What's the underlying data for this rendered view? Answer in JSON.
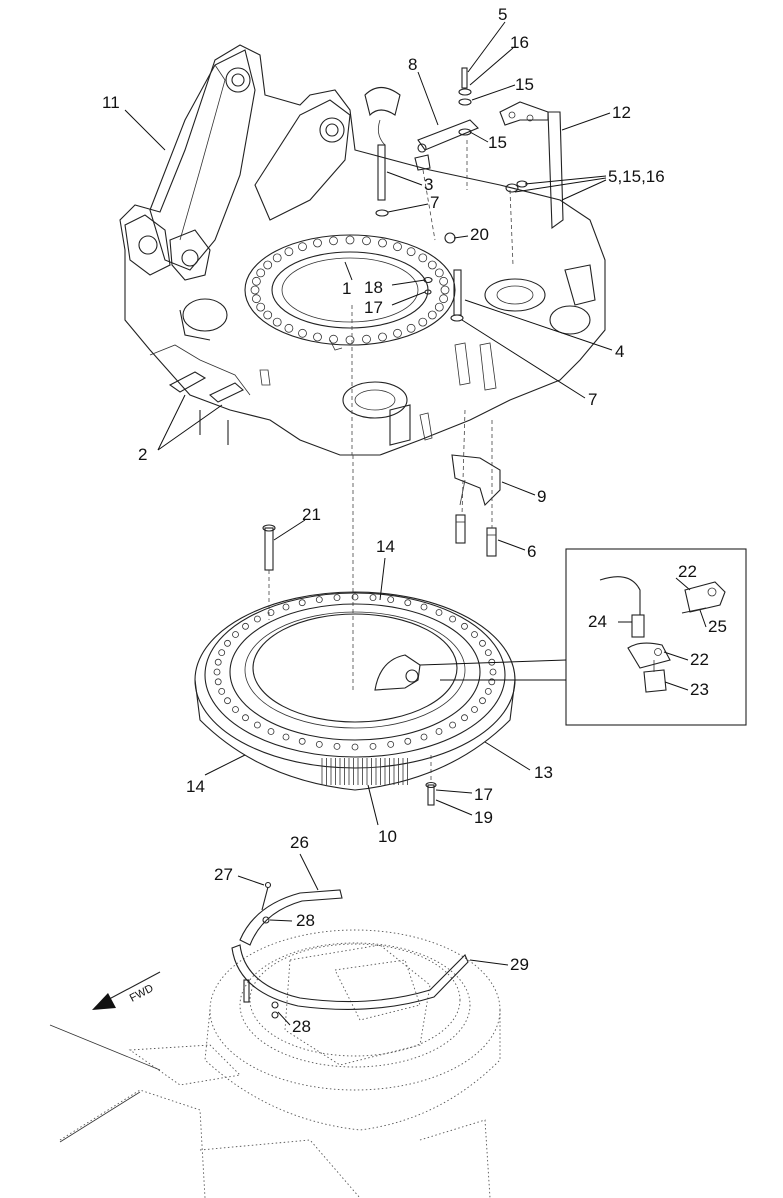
{
  "diagram": {
    "fwd_label": "FWD",
    "detail_box": {
      "callouts": [
        "22",
        "25",
        "24",
        "22",
        "23"
      ]
    },
    "callouts": [
      "5",
      "16",
      "15",
      "15",
      "8",
      "12",
      "5,15,16",
      "3",
      "7",
      "20",
      "11",
      "1",
      "18",
      "17",
      "4",
      "7",
      "2",
      "9",
      "21",
      "6",
      "14",
      "14",
      "13",
      "17",
      "19",
      "10",
      "26",
      "27",
      "28",
      "28",
      "29"
    ]
  }
}
